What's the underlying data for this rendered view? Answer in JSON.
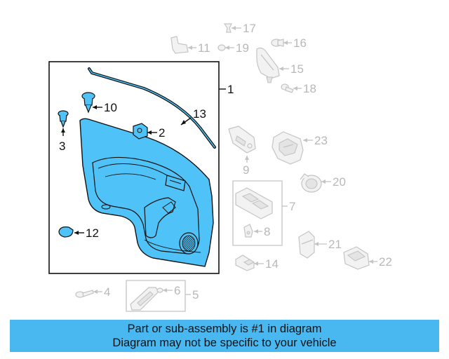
{
  "callouts": {
    "c1": "1",
    "c2": "2",
    "c3": "3",
    "c4": "4",
    "c5": "5",
    "c6": "6",
    "c7": "7",
    "c8": "8",
    "c9": "9",
    "c10": "10",
    "c11": "11",
    "c12": "12",
    "c13": "13",
    "c14": "14",
    "c15": "15",
    "c16": "16",
    "c17": "17",
    "c18": "18",
    "c19": "19",
    "c20": "20",
    "c21": "21",
    "c22": "22",
    "c23": "23"
  },
  "banner": {
    "line1": "Part or sub-assembly is #1 in diagram",
    "line2": "Diagram may not be specific to your vehicle"
  },
  "colors": {
    "panel_fill": "#4fc3f7",
    "banner_bg": "#4ab8f0",
    "highlight_line": "#111111",
    "ghost_line": "#c4c4c4"
  }
}
